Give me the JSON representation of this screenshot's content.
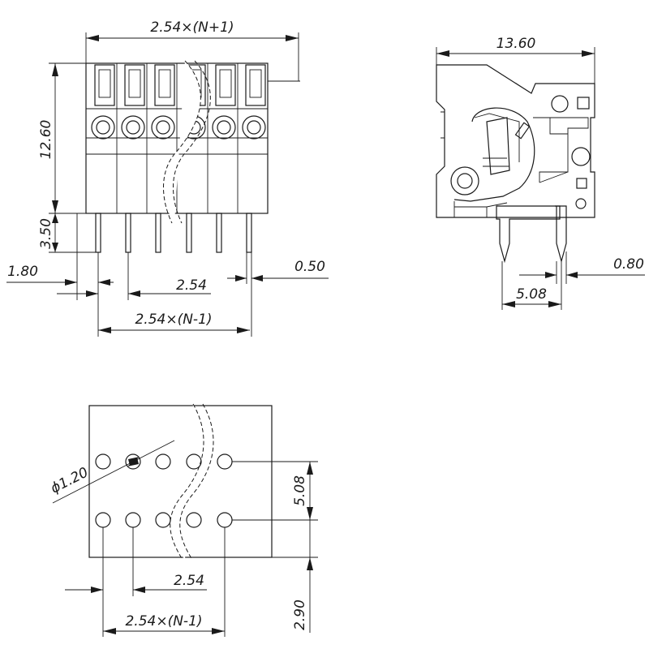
{
  "front_view": {
    "overall_width": "2.54×(N+1)",
    "height": "12.60",
    "pin_length": "3.50",
    "edge_offset": "1.80",
    "pitch": "2.54",
    "pin_thickness": "0.50",
    "pin_span": "2.54×(N-1)"
  },
  "side_view": {
    "overall_depth": "13.60",
    "pin_thickness": "0.80",
    "pin_spacing": "5.08"
  },
  "pcb_layout": {
    "hole_diameter": "ϕ1.20",
    "row_spacing": "5.08",
    "pitch": "2.54",
    "edge_offset": "2.90",
    "pin_span": "2.54×(N-1)"
  }
}
